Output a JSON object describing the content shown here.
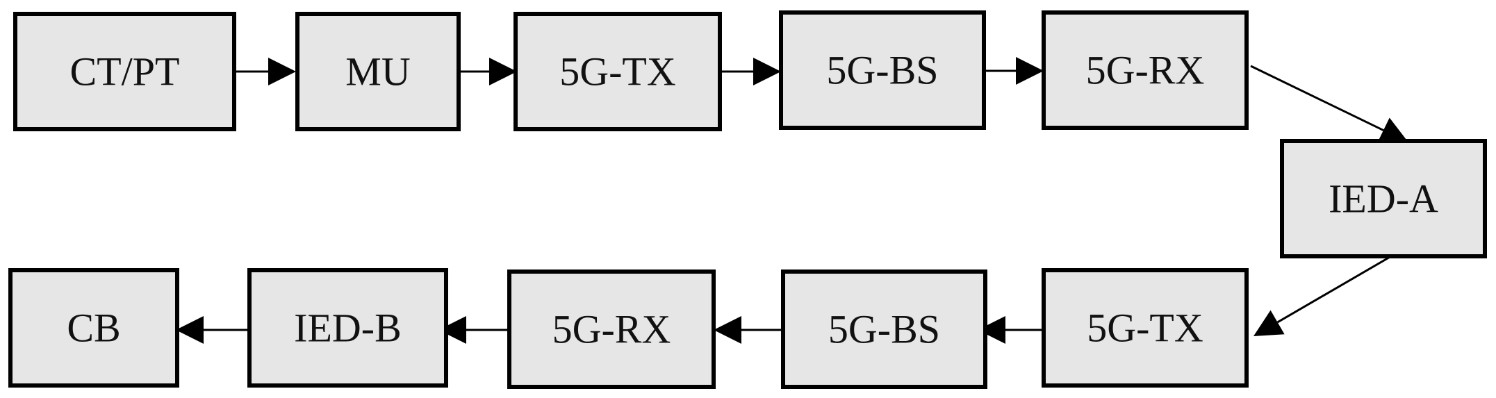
{
  "diagram": {
    "colors": {
      "box_fill": "#e6e6e6",
      "box_stroke": "#000000",
      "arrow": "#000000",
      "background": "#ffffff"
    },
    "nodes": [
      {
        "id": "ctpt",
        "label": "CT/PT"
      },
      {
        "id": "mu",
        "label": "MU"
      },
      {
        "id": "tx1",
        "label": "5G-TX"
      },
      {
        "id": "bs1",
        "label": "5G-BS"
      },
      {
        "id": "rx1",
        "label": "5G-RX"
      },
      {
        "id": "ieda",
        "label": "IED-A"
      },
      {
        "id": "tx2",
        "label": "5G-TX"
      },
      {
        "id": "bs2",
        "label": "5G-BS"
      },
      {
        "id": "rx2",
        "label": "5G-RX"
      },
      {
        "id": "iedb",
        "label": "IED-B"
      },
      {
        "id": "cb",
        "label": "CB"
      }
    ],
    "edges": [
      {
        "from": "ctpt",
        "to": "mu"
      },
      {
        "from": "mu",
        "to": "tx1"
      },
      {
        "from": "tx1",
        "to": "bs1"
      },
      {
        "from": "bs1",
        "to": "rx1"
      },
      {
        "from": "rx1",
        "to": "ieda"
      },
      {
        "from": "ieda",
        "to": "tx2"
      },
      {
        "from": "tx2",
        "to": "bs2"
      },
      {
        "from": "bs2",
        "to": "rx2"
      },
      {
        "from": "rx2",
        "to": "iedb"
      },
      {
        "from": "iedb",
        "to": "cb"
      }
    ]
  }
}
